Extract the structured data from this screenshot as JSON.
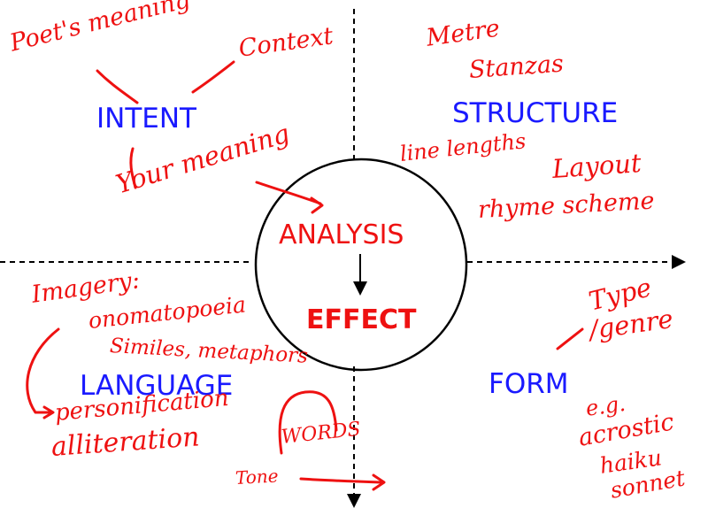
{
  "center": {
    "top_label": "ANALYSIS",
    "bottom_label": "EFFECT"
  },
  "quadrants": {
    "intent": {
      "title": "INTENT",
      "notes": [
        "Poet's meaning",
        "Context",
        "Your meaning"
      ]
    },
    "structure": {
      "title": "STRUCTURE",
      "notes": [
        "Metre",
        "Stanzas",
        "line lengths",
        "Layout",
        "rhyme scheme"
      ]
    },
    "language": {
      "title": "LANGUAGE",
      "notes": [
        "Imagery:",
        "onomatopoeia",
        "Similes, metaphors",
        "personification",
        "alliteration",
        "WORDS",
        "Tone"
      ]
    },
    "form": {
      "title": "FORM",
      "notes": [
        "Type",
        "/genre",
        "e.g.",
        "acrostic",
        "haiku",
        "sonnet"
      ]
    }
  },
  "colors": {
    "title_blue": "#1a1aff",
    "annotation_red": "#ee1111",
    "line_black": "#000000"
  }
}
